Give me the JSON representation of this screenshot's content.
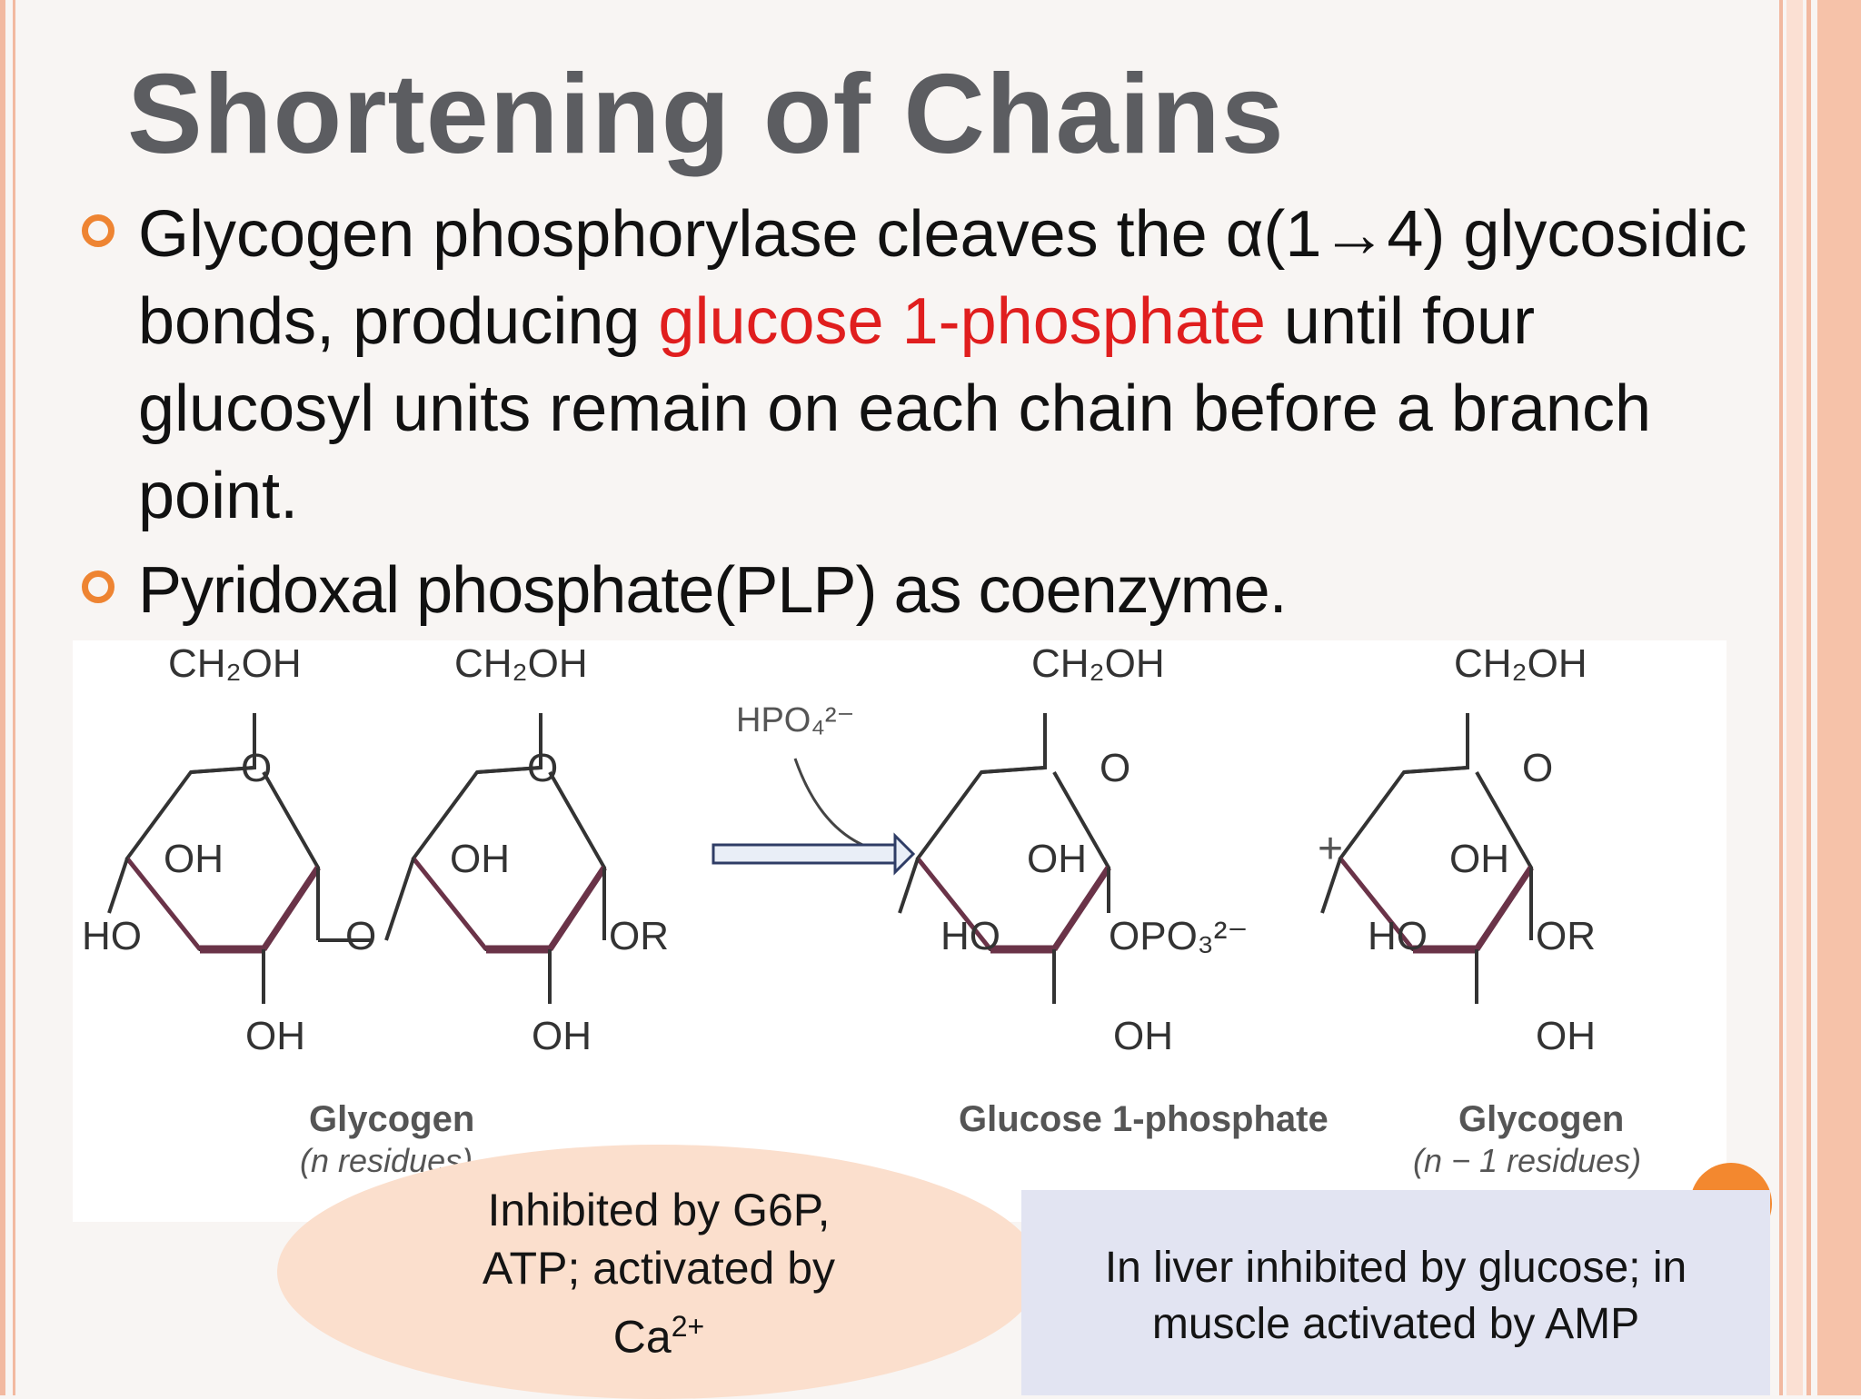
{
  "title": "Shortening of Chains",
  "bullets": [
    {
      "text_before": "Glycogen phosphorylase cleaves the α(1→4) glycosidic bonds, producing ",
      "highlight": "glucose 1-phosphate",
      "text_after": " until four glucosyl units remain on each chain before a branch point."
    },
    {
      "text": "Pyridoxal phosphate(PLP) as coenzyme."
    }
  ],
  "figure": {
    "reactant_label": "Glycogen",
    "reactant_sublabel": "(n residues)",
    "reagent": "HPO₄²⁻",
    "plus": "+",
    "product1_label": "Glucose 1-phosphate",
    "product2_label": "Glycogen",
    "product2_sublabel": "(n − 1 residues)",
    "groups": {
      "ch2oh": "CH₂OH",
      "oh": "OH",
      "ho": "HO",
      "o": "O",
      "or": "OR",
      "opo3": "OPO₃²⁻"
    }
  },
  "callout_ellipse": {
    "line1": "Inhibited by G6P,",
    "line2": "ATP; activated by",
    "line3": "Ca",
    "line3_sup": "2+"
  },
  "callout_box": {
    "line1": "In liver inhibited by glucose; in",
    "line2": "muscle activated by AMP"
  },
  "colors": {
    "title": "#5c5d61",
    "bullet_marker": "#ee8432",
    "highlight": "#e01e1e",
    "ellipse_fill": "#fbdfcd",
    "box_fill": "#e2e4f2",
    "border_salmon": "#f2b9a0"
  }
}
